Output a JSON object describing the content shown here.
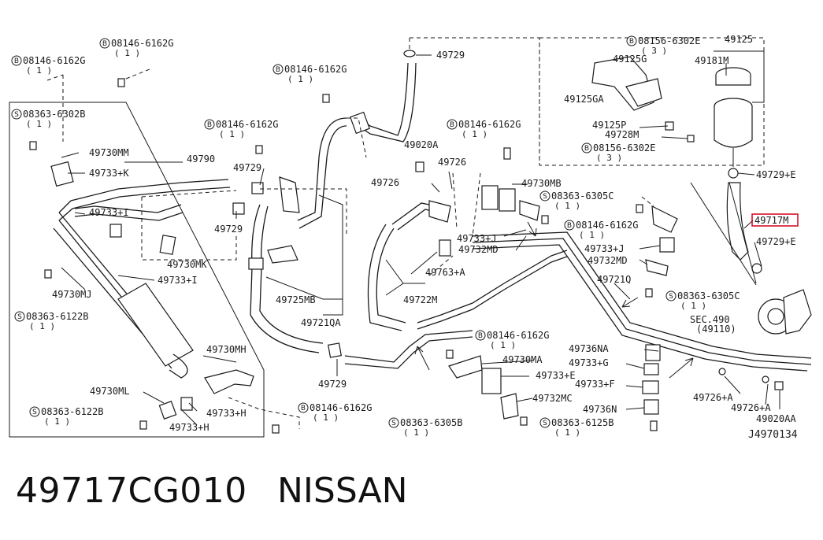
{
  "footer": {
    "part_number": "49717CG010",
    "brand": "NISSAN"
  },
  "diagram_code": "J4970134",
  "highlight_color": "#d0021b",
  "highlighted_label": "49717M",
  "callouts": [
    {
      "id": "b1",
      "prefix": "B",
      "text": "08146-6162G",
      "qty": "( 1 )"
    },
    {
      "id": "b2",
      "prefix": "B",
      "text": "08146-6162G",
      "qty": "( 1 )"
    },
    {
      "id": "s1",
      "prefix": "S",
      "text": "08363-6302B",
      "qty": "( 1 )"
    },
    {
      "id": "b3",
      "prefix": "B",
      "text": "08146-6162G",
      "qty": "( 1 )"
    },
    {
      "id": "b4",
      "prefix": "B",
      "text": "08146-6162G",
      "qty": "( 1 )"
    },
    {
      "id": "b5",
      "prefix": "B",
      "text": "08146-6162G",
      "qty": "( 1 )"
    },
    {
      "id": "b6",
      "prefix": "B",
      "text": "08156-6302E",
      "qty": "( 3 )"
    },
    {
      "id": "b7",
      "prefix": "B",
      "text": "08156-6302E",
      "qty": "( 3 )"
    },
    {
      "id": "s2",
      "prefix": "S",
      "text": "08363-6305C",
      "qty": "( 1 )"
    },
    {
      "id": "b8",
      "prefix": "B",
      "text": "08146-6162G",
      "qty": "( 1 )"
    },
    {
      "id": "s3",
      "prefix": "S",
      "text": "08363-6305C",
      "qty": "( 1 )"
    },
    {
      "id": "s4",
      "prefix": "S",
      "text": "08363-6122B",
      "qty": "( 1 )"
    },
    {
      "id": "b9",
      "prefix": "B",
      "text": "08146-6162G",
      "qty": "( 1 )"
    },
    {
      "id": "s5",
      "prefix": "S",
      "text": "08363-6122B",
      "qty": "( 1 )"
    },
    {
      "id": "b10",
      "prefix": "B",
      "text": "08146-6162G",
      "qty": "( 1 )"
    },
    {
      "id": "s6",
      "prefix": "S",
      "text": "08363-6305B",
      "qty": "( 1 )"
    },
    {
      "id": "s7",
      "prefix": "S",
      "text": "08363-6125B",
      "qty": "( 1 )"
    }
  ],
  "labels": {
    "p49125": "49125",
    "p49181M": "49181M",
    "p49125G": "49125G",
    "p49125GA": "49125GA",
    "p49125P": "49125P",
    "p49728M": "49728M",
    "p49729_e1": "49729+E",
    "p49717M": "49717M",
    "p49729_e2": "49729+E",
    "sec490": "SEC.490",
    "sec490sub": "(49110)",
    "p49726_a1": "49726+A",
    "p49726_a2": "49726+A",
    "p49020AA": "49020AA",
    "p49729_top": "49729",
    "p49020A": "49020A",
    "p49726_a": "49726",
    "p49726_b": "49726",
    "p49730MB": "49730MB",
    "p49733_j1": "49733+J",
    "p49732MD1": "49732MD",
    "p49763_a": "49763+A",
    "p49722M": "49722M",
    "p49733_j2": "49733+J",
    "p49732MD2": "49732MD",
    "p49721Q": "49721Q",
    "p49730MA": "49730MA",
    "p49733_e": "49733+E",
    "p49732MC": "49732MC",
    "p49736NA": "49736NA",
    "p49733_g": "49733+G",
    "p49733_f": "49733+F",
    "p49736N": "49736N",
    "p49730MM": "49730MM",
    "p49733_k": "49733+K",
    "p49790": "49790",
    "p49729_a": "49729",
    "p49729_b": "49729",
    "p49733_i1": "49733+I",
    "p49730MK": "49730MK",
    "p49733_i2": "49733+I",
    "p49730MJ": "49730MJ",
    "p49725MB": "49725MB",
    "p49721QA": "49721QA",
    "p49729_c": "49729",
    "p49730MH": "49730MH",
    "p49730ML": "49730ML",
    "p49733_h1": "49733+H",
    "p49733_h2": "49733+H"
  }
}
